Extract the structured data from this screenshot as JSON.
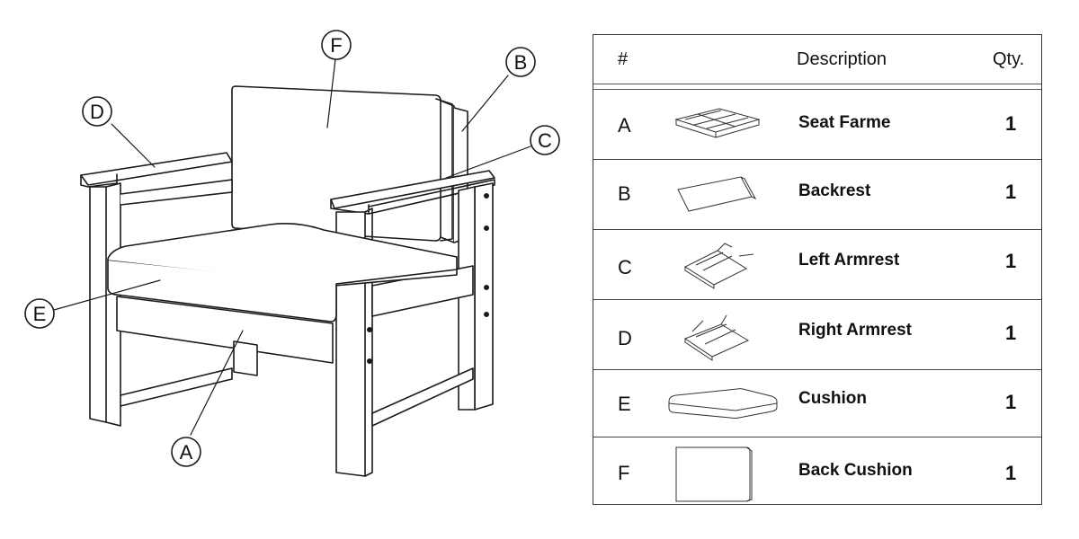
{
  "callouts": [
    "F",
    "B",
    "D",
    "C",
    "E",
    "A"
  ],
  "table": {
    "headers": {
      "num": "#",
      "description": "Description",
      "qty": "Qty."
    },
    "rows": [
      {
        "id": "A",
        "description": "Seat Farme",
        "qty": "1",
        "icon": "seat-frame-icon"
      },
      {
        "id": "B",
        "description": "Backrest",
        "qty": "1",
        "icon": "backrest-icon"
      },
      {
        "id": "C",
        "description": "Left Armrest",
        "qty": "1",
        "icon": "left-armrest-icon"
      },
      {
        "id": "D",
        "description": "Right Armrest",
        "qty": "1",
        "icon": "right-armrest-icon"
      },
      {
        "id": "E",
        "description": "Cushion",
        "qty": "1",
        "icon": "cushion-icon"
      },
      {
        "id": "F",
        "description": "Back Cushion",
        "qty": "1",
        "icon": "back-cushion-icon"
      }
    ]
  }
}
